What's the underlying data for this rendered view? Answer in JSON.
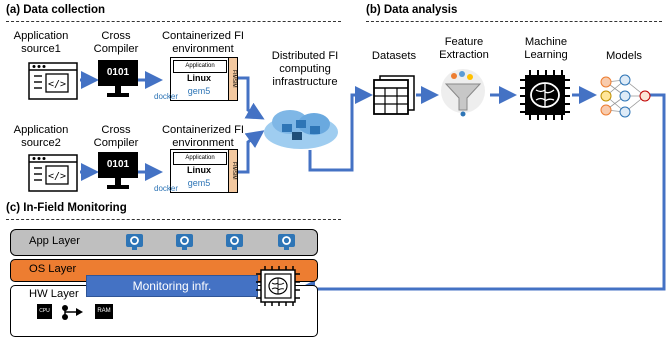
{
  "sections": {
    "data_collection": "(a) Data collection",
    "data_analysis": "(b) Data analysis",
    "in_field": "(c) In-Field Monitoring"
  },
  "collection": {
    "source1": [
      "Application",
      "source1"
    ],
    "source2": [
      "Application",
      "source2"
    ],
    "compiler": [
      "Cross",
      "Compiler"
    ],
    "compiler_screen": "0101",
    "container": [
      "Containerized FI",
      "environment"
    ],
    "stack": {
      "application": "Application",
      "os": "Linux",
      "sim": "gem5",
      "side": "FIMSIM",
      "docker": "docker"
    },
    "distributed": [
      "Distributed FI",
      "computing",
      "infrastructure"
    ]
  },
  "analysis": {
    "datasets": "Datasets",
    "feature": [
      "Feature",
      "Extraction"
    ],
    "ml": [
      "Machine",
      "Learning"
    ],
    "models": "Models"
  },
  "monitoring": {
    "app_layer": "App Layer",
    "os_layer": "OS Layer",
    "hw_layer": "HW Layer",
    "monitor": "Monitoring infr.",
    "cpu": "CPU",
    "ram": "RAM"
  },
  "colors": {
    "arrow": "#4472c4",
    "app_layer": "#bfbfbf",
    "os_layer": "#ed7d31",
    "monitor": "#4472c4",
    "gear_icon": "#2e75b6",
    "cloud": "#7fb7e6"
  }
}
